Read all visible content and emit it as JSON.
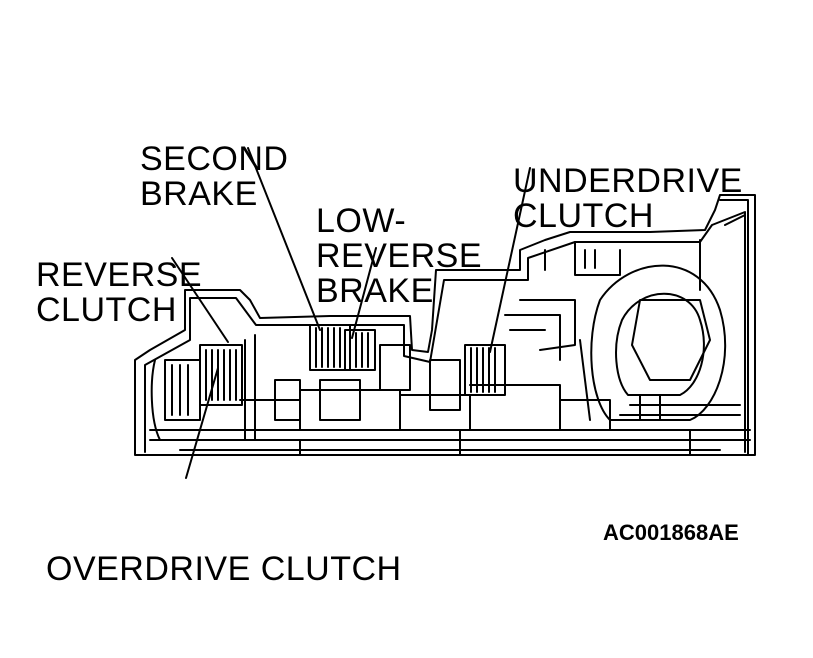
{
  "labels": {
    "second_brake": [
      "SECOND",
      "BRAKE"
    ],
    "low_reverse_brake": [
      "LOW-",
      "REVERSE",
      "BRAKE"
    ],
    "underdrive_clutch": [
      "UNDERDRIVE",
      "CLUTCH"
    ],
    "reverse_clutch": [
      "REVERSE",
      "CLUTCH"
    ],
    "overdrive_clutch": [
      "OVERDRIVE CLUTCH"
    ]
  },
  "figure_code": "AC001868AE",
  "colors": {
    "line": "#000000",
    "background": "#ffffff"
  }
}
